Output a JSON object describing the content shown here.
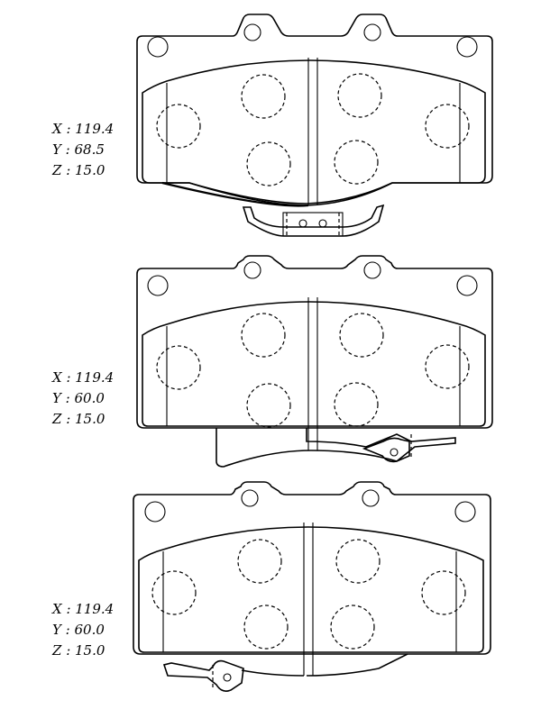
{
  "pads": [
    {
      "x": "X : 119.4",
      "y": "Y : 68.5",
      "z": "Z : 15.0"
    },
    {
      "x": "X : 119.4",
      "y": "Y : 60.0",
      "z": "Z : 15.0"
    },
    {
      "x": "X : 119.4",
      "y": "Y : 60.0",
      "z": "Z : 15.0"
    }
  ]
}
